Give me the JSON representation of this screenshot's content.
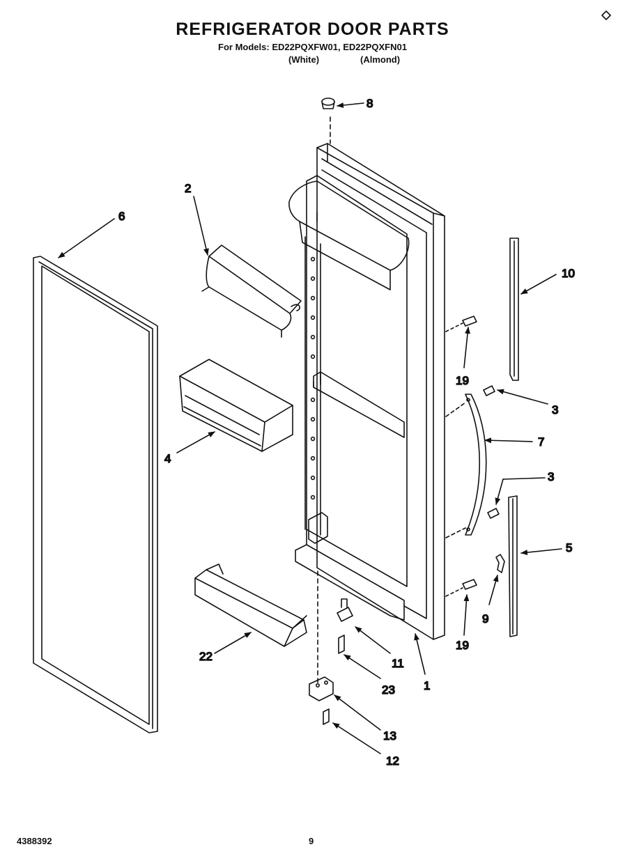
{
  "header": {
    "title": "REFRIGERATOR DOOR PARTS",
    "subtitle": "For Models: ED22PQXFW01, ED22PQXFN01",
    "variant_white": "(White)",
    "variant_almond": "(Almond)"
  },
  "footer": {
    "doc_number": "4388392",
    "page_number": "9"
  },
  "callouts": {
    "c1": "1",
    "c2": "2",
    "c3a": "3",
    "c3b": "3",
    "c4": "4",
    "c5": "5",
    "c6": "6",
    "c7": "7",
    "c8": "8",
    "c9": "9",
    "c10": "10",
    "c11": "11",
    "c12": "12",
    "c13": "13",
    "c19a": "19",
    "c19b": "19",
    "c22": "22",
    "c23": "23"
  }
}
